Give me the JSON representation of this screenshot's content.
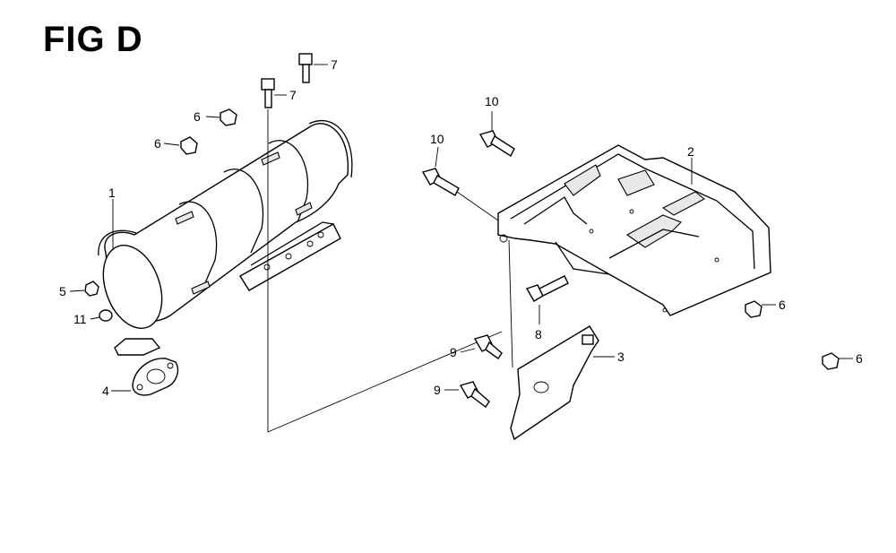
{
  "figure": {
    "title": "FIG D"
  },
  "callouts": [
    {
      "id": "c1",
      "label": "1"
    },
    {
      "id": "c2",
      "label": "2"
    },
    {
      "id": "c3",
      "label": "3"
    },
    {
      "id": "c4",
      "label": "4"
    },
    {
      "id": "c5",
      "label": "5"
    },
    {
      "id": "c6a",
      "label": "6"
    },
    {
      "id": "c6b",
      "label": "6"
    },
    {
      "id": "c6c",
      "label": "6"
    },
    {
      "id": "c6d",
      "label": "6"
    },
    {
      "id": "c7a",
      "label": "7"
    },
    {
      "id": "c7b",
      "label": "7"
    },
    {
      "id": "c8",
      "label": "8"
    },
    {
      "id": "c9a",
      "label": "9"
    },
    {
      "id": "c9b",
      "label": "9"
    },
    {
      "id": "c10a",
      "label": "10"
    },
    {
      "id": "c10b",
      "label": "10"
    },
    {
      "id": "c11",
      "label": "11"
    }
  ]
}
